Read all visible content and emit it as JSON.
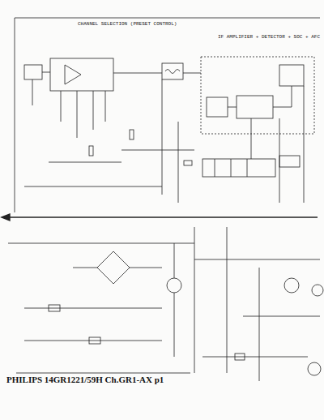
{
  "diagram": {
    "caption": "PHILIPS 14GR1221/59H Ch.GR1-AX p1",
    "labels": [
      "CHANNEL SELECTION (PRESET CONTROL)",
      "IF AMPLIFIER + DETECTOR + SOC + AFC"
    ]
  }
}
